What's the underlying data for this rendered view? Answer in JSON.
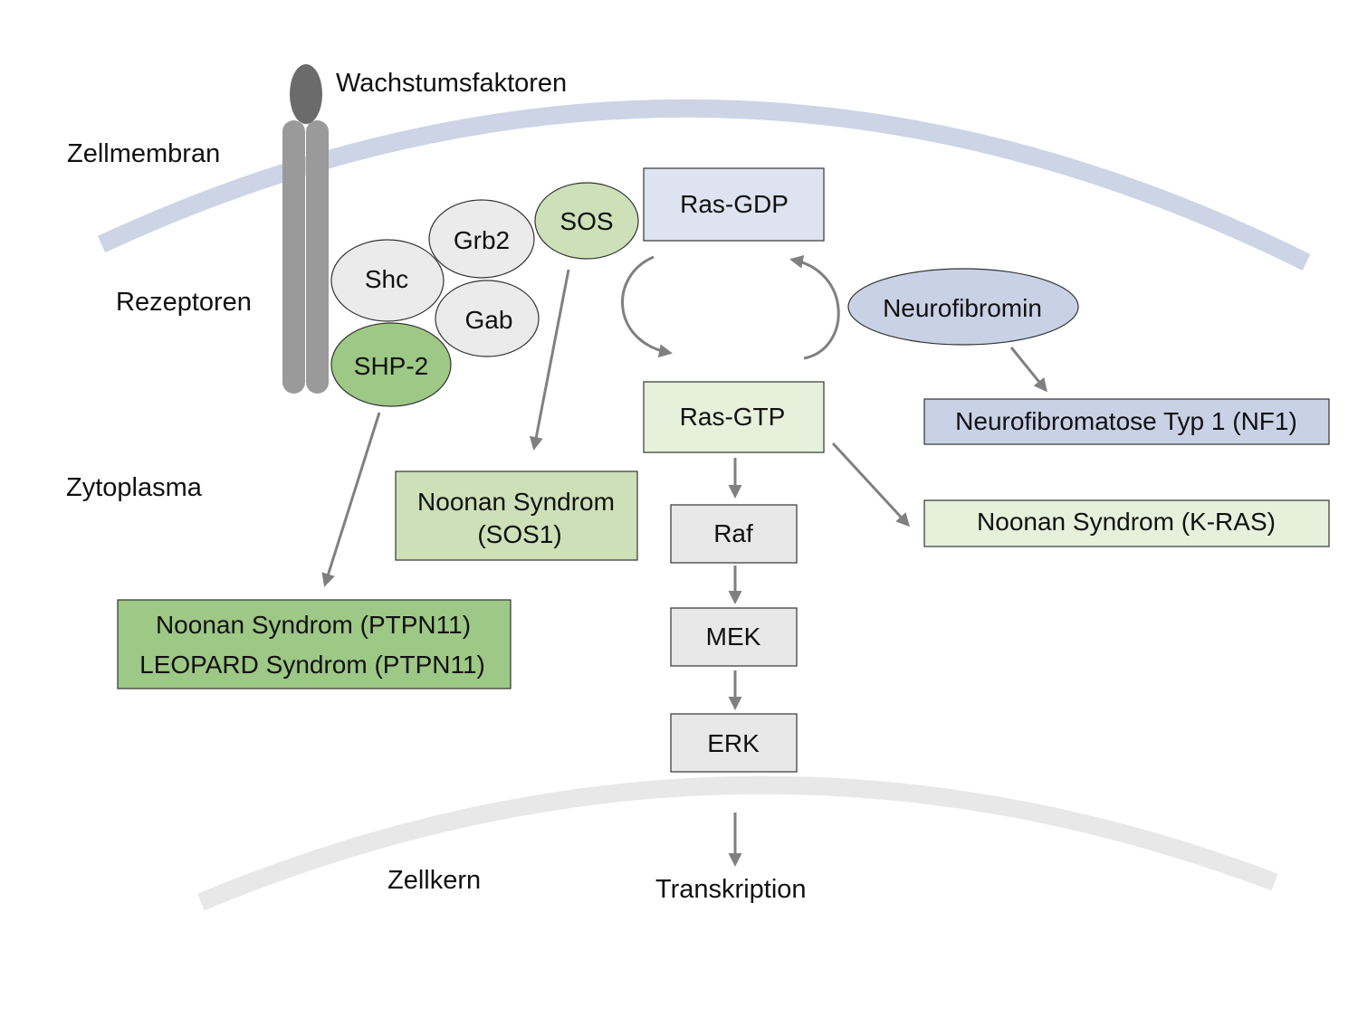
{
  "labels": {
    "growth_factors": "Wachstumsfaktoren",
    "cell_membrane": "Zellmembran",
    "receptors": "Rezeptoren",
    "cytoplasm": "Zytoplasma",
    "nucleus": "Zellkern",
    "transcription": "Transkription"
  },
  "nodes": {
    "shc": "Shc",
    "grb2": "Grb2",
    "sos": "SOS",
    "gab": "Gab",
    "shp2": "SHP-2",
    "ras_gdp": "Ras-GDP",
    "ras_gtp": "Ras-GTP",
    "neurofibromin": "Neurofibromin",
    "raf": "Raf",
    "mek": "MEK",
    "erk": "ERK"
  },
  "syndromes": {
    "nf1": "Neurofibromatose Typ 1 (NF1)",
    "noonan_kras": "Noonan Syndrom (K-RAS)",
    "noonan_sos1_line1": "Noonan Syndrom",
    "noonan_sos1_line2": "(SOS1)",
    "noonan_ptpn11": "Noonan Syndrom (PTPN11)",
    "leopard_ptpn11": "LEOPARD Syndrom (PTPN11)"
  },
  "colors": {
    "membrane": "#ccd4e6",
    "nucleus_membrane": "#e8e8e8",
    "receptor": "#9a9a9a",
    "ligand": "#6b6b6b",
    "adapter_fill": "#ebebeb",
    "sos_fill": "#cde0b8",
    "shp2_fill": "#9ec885",
    "ras_gdp_fill": "#dde3f0",
    "ras_gtp_fill": "#e6f0db",
    "neurofibromin_fill": "#c9d1e6",
    "kinase_fill": "#e8e8e8",
    "arrow": "#808080",
    "stroke": "#333333"
  }
}
